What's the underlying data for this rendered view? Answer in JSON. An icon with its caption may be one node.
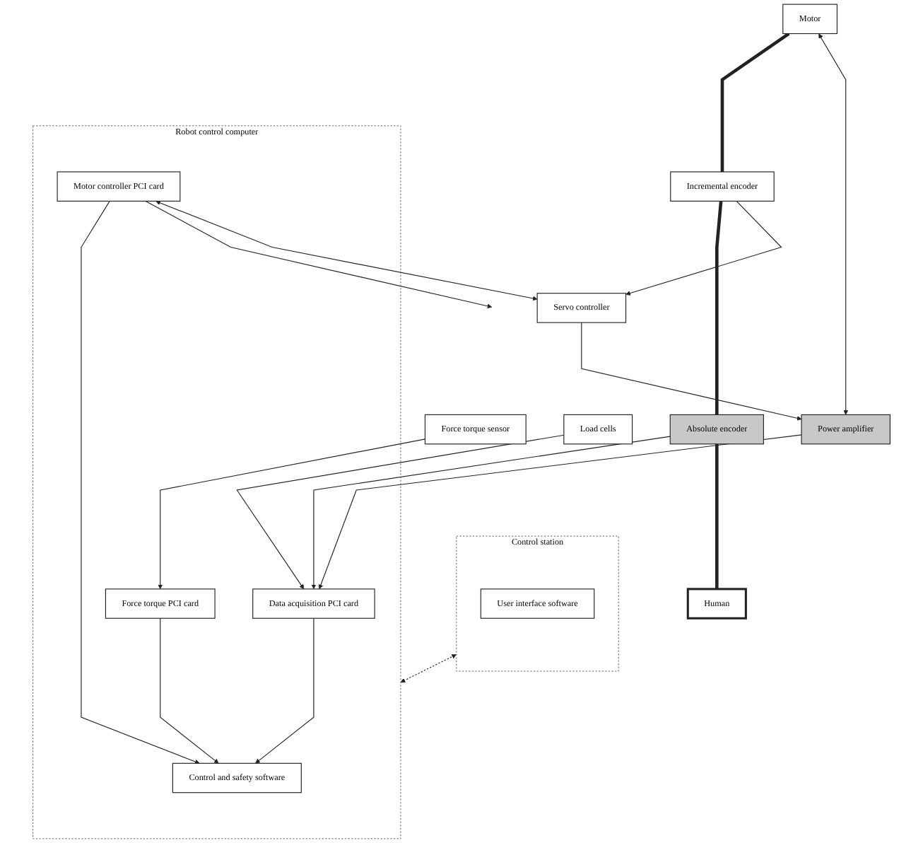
{
  "diagram": {
    "nodes": [
      {
        "text": [
          "Control station"
        ]
      },
      {
        "text": [
          "User interface software"
        ],
        "in": 0
      },
      {
        "text": [
          "Robot control computer"
        ]
      },
      {
        "text": [
          "Control and safety software"
        ],
        "in": 2
      },
      {
        "text": [
          "Force torque PCI card"
        ],
        "in": 2
      },
      {
        "text": [
          "Data acquisition PCI card"
        ],
        "in": 2
      },
      {
        "text": [
          "Motor controller PCI card"
        ],
        "in": 2
      },
      {
        "text": [
          "Force torque sensor"
        ]
      },
      {
        "text": [
          "Load cells"
        ]
      },
      {
        "text": [
          "Motor"
        ]
      },
      {
        "text": [
          "Incremental encoder"
        ]
      },
      {
        "text": [
          "Absolute encoder"
        ]
      },
      {
        "text": [
          "Human"
        ]
      },
      {
        "text": [
          "Power amplifier"
        ]
      },
      {
        "text": [
          "Servo controller"
        ]
      }
    ],
    "edges": [
      {
        "from": 0,
        "to": 2,
        "arrow": "both",
        "style": "dashed"
      },
      {
        "from": 4,
        "to": 3,
        "arrow": "to"
      },
      {
        "from": 5,
        "to": 3,
        "arrow": "to"
      },
      {
        "from": 6,
        "to": 3,
        "arrow": "to"
      },
      {
        "from": 6,
        "to": null,
        "arrow": "to"
      },
      {
        "from": 7,
        "to": 4,
        "arrow": "to"
      },
      {
        "from": 8,
        "to": 5,
        "arrow": "to"
      },
      {
        "from": 11,
        "to": 5,
        "arrow": "to"
      },
      {
        "from": 13,
        "to": 5,
        "arrow": "to"
      },
      {
        "from": 9,
        "to": 10,
        "arrow": "none",
        "style": "thick"
      },
      {
        "from": 10,
        "to": 11,
        "arrow": "none",
        "style": "thick"
      },
      {
        "from": 11,
        "to": 12,
        "arrow": "none",
        "style": "thick"
      },
      {
        "from": 9,
        "to": 13,
        "arrow": "both"
      },
      {
        "from": 10,
        "to": 14,
        "arrow": "to"
      },
      {
        "from": 14,
        "to": 13,
        "arrow": "to"
      },
      {
        "from": 6,
        "to": 14,
        "arrow": "both"
      }
    ]
  }
}
